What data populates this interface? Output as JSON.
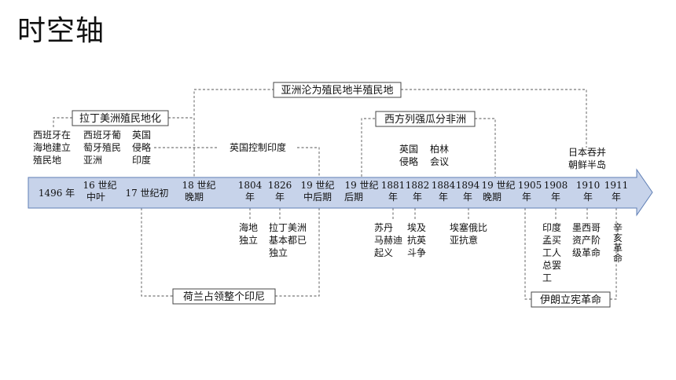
{
  "title": "时空轴",
  "axis": {
    "labels": [
      {
        "id": "a1496",
        "lines": [
          "1496 年"
        ]
      },
      {
        "id": "a16c",
        "lines": [
          "16 世纪",
          "中叶"
        ]
      },
      {
        "id": "a17c",
        "lines": [
          "17 世纪初"
        ]
      },
      {
        "id": "a18c",
        "lines": [
          "18 世纪",
          "晚期"
        ]
      },
      {
        "id": "a1804",
        "lines": [
          "1804",
          "年"
        ]
      },
      {
        "id": "a1826",
        "lines": [
          "1826",
          "年"
        ]
      },
      {
        "id": "a19m",
        "lines": [
          "19 世纪",
          "中后期"
        ]
      },
      {
        "id": "a19l",
        "lines": [
          "19 世纪",
          "后期"
        ]
      },
      {
        "id": "a1881",
        "lines": [
          "1881",
          "年"
        ]
      },
      {
        "id": "a1882",
        "lines": [
          "1882",
          "年"
        ]
      },
      {
        "id": "a1884",
        "lines": [
          "1884",
          "年"
        ]
      },
      {
        "id": "a1894",
        "lines": [
          "1894",
          "年"
        ]
      },
      {
        "id": "a19e",
        "lines": [
          "19 世纪",
          "晚期"
        ]
      },
      {
        "id": "a1905",
        "lines": [
          "1905",
          "年"
        ]
      },
      {
        "id": "a1908",
        "lines": [
          "1908",
          "年"
        ]
      },
      {
        "id": "a1910",
        "lines": [
          "1910",
          "年"
        ]
      },
      {
        "id": "a1911",
        "lines": [
          "1911",
          "年"
        ]
      }
    ]
  },
  "boxes": {
    "top": "亚洲沦为殖民地半殖民地",
    "latin": "拉丁美洲殖民地化",
    "africa": "西方列强瓜分非洲",
    "dutch": "荷兰占领整个印尼",
    "iran": "伊朗立宪革命"
  },
  "labels": {
    "british_india": "英国控制印度",
    "spain_haiti": [
      "西班牙在",
      "海地建立",
      "殖民地"
    ],
    "spain_port": [
      "西班牙葡",
      "萄牙殖民",
      "亚洲"
    ],
    "britain_india": [
      "英国",
      "侵略",
      "印度"
    ],
    "britain_africa": [
      "英国",
      "侵略"
    ],
    "berlin": [
      "柏林",
      "会议"
    ],
    "japan_korea": [
      "日本吞并",
      "朝鲜半岛"
    ],
    "haiti": [
      "海地",
      "独立"
    ],
    "latin_indep": [
      "拉丁美洲",
      "基本都已",
      "独立"
    ],
    "sudan": [
      "苏丹",
      "马赫迪",
      "起义"
    ],
    "egypt": [
      "埃及",
      "抗英",
      "斗争"
    ],
    "ethiopia": [
      "埃塞俄比",
      "亚抗意"
    ],
    "india_strike": [
      "印度",
      "孟买",
      "工人",
      "总罢",
      "工"
    ],
    "mexico": [
      "墨西哥",
      "资产阶",
      "级革命"
    ],
    "xinhai": [
      "辛",
      "亥",
      "革",
      "命"
    ]
  }
}
